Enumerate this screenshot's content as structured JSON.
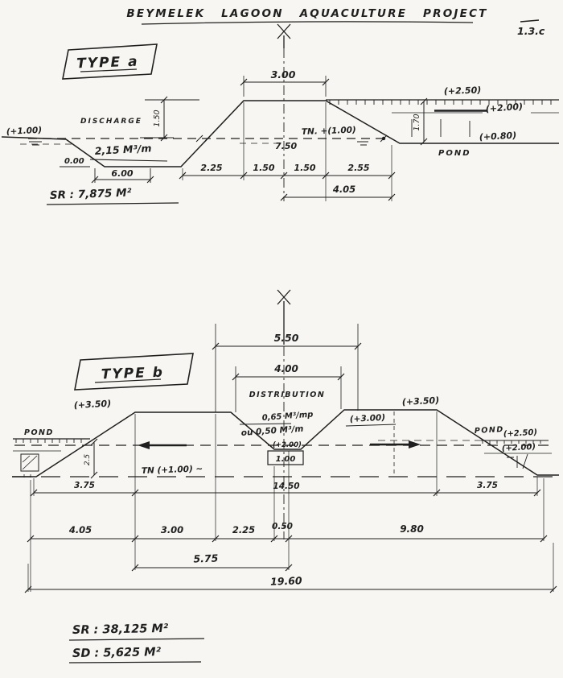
{
  "title": {
    "text": "BEYMELEK LAGOON AQUACULTURE PROJECT",
    "page_ref": "1.3.c"
  },
  "colors": {
    "ink": "#1f1f1f",
    "paper": "#f7f6f2"
  },
  "type_a": {
    "label": "TYPE a",
    "discharge": "DISCHARGE",
    "crest_width": "3.00",
    "level_crest": "(+2.50)",
    "level_pond_water": "(+2.00)",
    "level_pond_bottom": "(+0.80)",
    "level_left_water": "(+1.00)",
    "pond": "POND",
    "tn": "TN. +(1.00)",
    "waterline_width": "7.50",
    "channel_section": "2,15 M³/m",
    "channel_bottom_level": "0.00",
    "channel_bottom_width": "6.00",
    "height_left": "1.50",
    "height_right": "1.70",
    "dims_row1": [
      "2.25",
      "1.50",
      "1.50",
      "2.55"
    ],
    "dim_row2": "4.05",
    "area": "SR : 7,875 M²"
  },
  "type_b": {
    "label": "TYPE b",
    "top_width": "5.50",
    "channel_top_width": "4.00",
    "channel_name": "DISTRIBUTION",
    "flow1": "0,65 M³/mp",
    "flow2": "ou 0,50 M³/m",
    "level_channel_water": "(+2.00)",
    "channel_bottom_width": "1.00",
    "level_left_crest": "(+3.50)",
    "level_berm": "(+3.00)",
    "level_right_crest": "(+3.50)",
    "pond_left": "POND",
    "pond_right": "POND",
    "level_pond_right_water": "(+2.50)",
    "level_pond_right_low": "(+2.00)",
    "tn": "TN (+1.00) ~",
    "height_left": "2.5",
    "dims_row1": [
      "3.75",
      "14.50",
      "3.75"
    ],
    "dims_row2": [
      "4.05",
      "3.00",
      "2.25",
      "0.50",
      "9.80"
    ],
    "dim_row3": "5.75",
    "dim_row4": "19.60",
    "area_fill": "SR :  38,125 M²",
    "area_cut": "SD :  5,625 M²"
  }
}
